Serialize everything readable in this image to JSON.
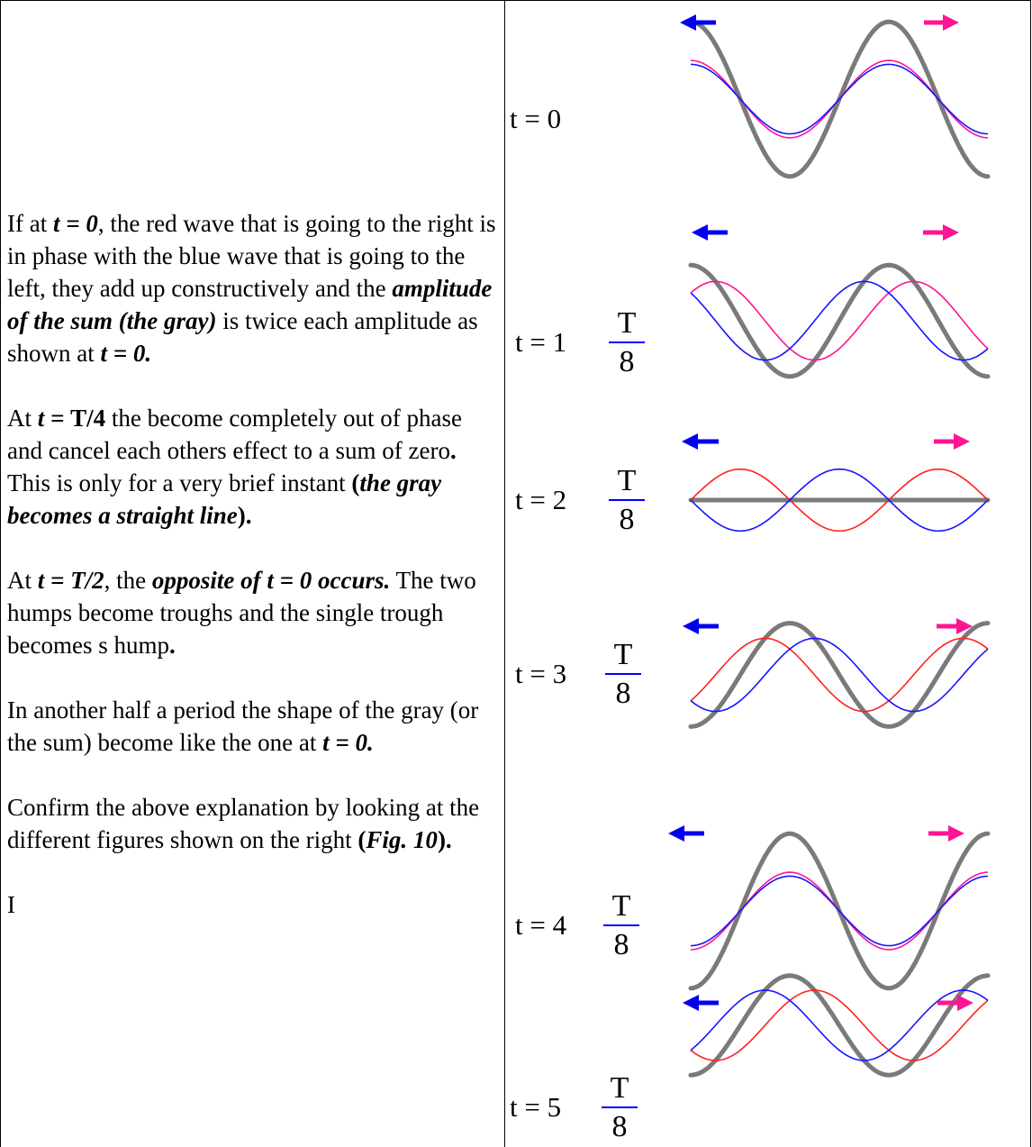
{
  "text": {
    "p1": {
      "a": "If at ",
      "t0": "t = 0",
      "b": ", the red wave that is going to the right is in phase with the blue wave that is going to the left, they add up constructively and the ",
      "amp": "amplitude of the sum (the gray)",
      "c": " is twice each amplitude as shown at ",
      "t0b": "t = 0."
    },
    "p2": {
      "a": "At ",
      "t": "t = ",
      "t4": "T/4",
      "b": " the become completely out of phase and cancel each others effect to a sum of zero",
      "dot": ".",
      "c": " This is only for a very brief instant ",
      "paren_open": "(",
      "gray_line": "the gray becomes a straight line",
      "paren_close": ").",
      "end": ""
    },
    "p3": {
      "a": "At ",
      "t2": "t = T/2",
      "b": ", the ",
      "opp": "opposite of t = 0 occurs.",
      "c": " The two humps become troughs and the single trough becomes s hump",
      "dot": "."
    },
    "p4": {
      "a": "In another half a period the shape of the gray (or the sum) become like the one at ",
      "t0": "t = 0."
    },
    "p5": {
      "a": "Confirm the above explanation by looking at the different figures shown on the right ",
      "paren_open": "(",
      "fig": "Fig. 10",
      "paren_close": ")."
    },
    "p6": "I"
  },
  "figure": {
    "labels": [
      {
        "prefix": "t = 0"
      },
      {
        "prefix": "t = 1",
        "num": "T",
        "den": "8"
      },
      {
        "prefix": "t = 2",
        "num": "T",
        "den": "8"
      },
      {
        "prefix": "t = 3",
        "num": "T",
        "den": "8"
      },
      {
        "prefix": "t = 4",
        "num": "T",
        "den": "8"
      },
      {
        "prefix": "t = 5",
        "num": "T",
        "den": "8"
      }
    ],
    "colors": {
      "left_arrow": "#0000ee",
      "right_arrow": "#ff1493",
      "red_wave": "#ff2020",
      "blue_wave": "#1515ff",
      "pink_wave": "#ff1493",
      "gray_sum": "#7a7a7a"
    }
  }
}
